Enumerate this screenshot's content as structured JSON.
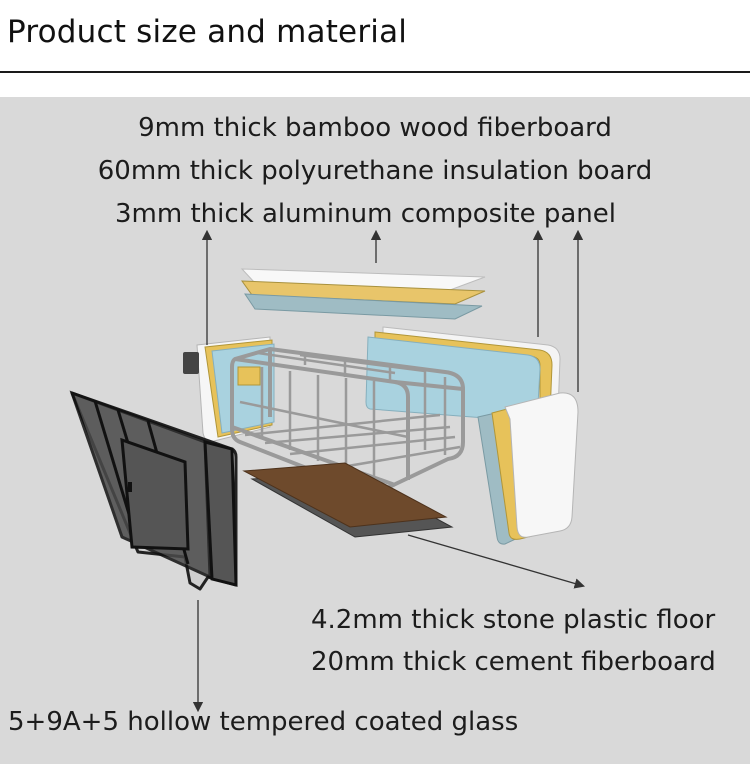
{
  "header": {
    "title": "Product size and material"
  },
  "labels": {
    "bamboo": "9mm thick bamboo wood fiberboard",
    "polyurethane": "60mm thick polyurethane insulation board",
    "aluminum": "3mm thick aluminum composite panel",
    "stone_floor": "4.2mm thick stone plastic floor",
    "cement": "20mm thick cement fiberboard",
    "glass": "5+9A+5 hollow tempered coated glass"
  },
  "colors": {
    "background": "#d9d9d9",
    "insulation_blue": "#a9d2df",
    "insulation_yellow": "#e7c25a",
    "panel_white": "#f6f6f6",
    "floor_brown": "#6e4a2c",
    "frame_steel": "#9a9a9a",
    "glass_dark": "#3a3a3a"
  }
}
